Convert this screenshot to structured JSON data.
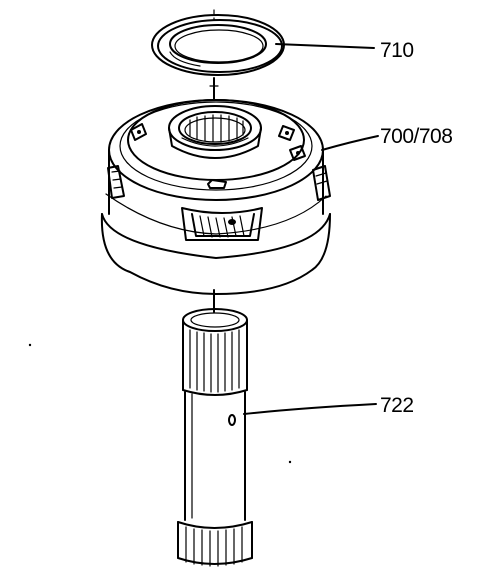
{
  "diagram": {
    "callouts": [
      {
        "id": "washer",
        "text": "710"
      },
      {
        "id": "carrier",
        "text": "700/708"
      },
      {
        "id": "shaft",
        "text": "722"
      }
    ],
    "colors": {
      "ink": "#000000",
      "paper": "#ffffff"
    }
  }
}
